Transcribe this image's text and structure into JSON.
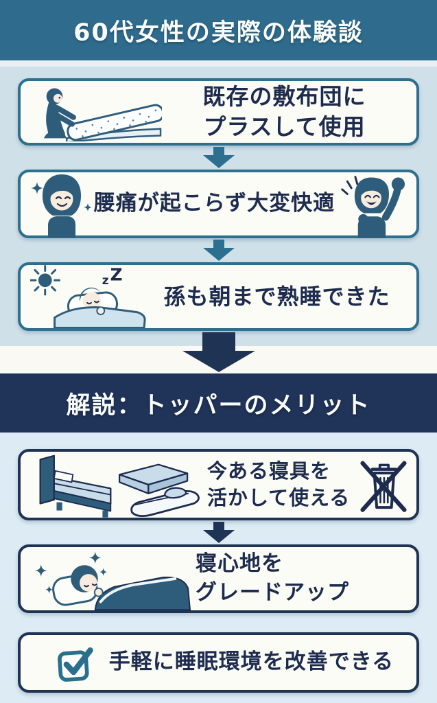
{
  "colors": {
    "banner_teal": "#2e6b8c",
    "banner_navy": "#203358",
    "section1_bg": "#cfe0e8",
    "section2_bg": "#dcebf4",
    "card_bg": "#fcfcf6",
    "card_border_teal": "#2d6f8f",
    "card_border_navy": "#1f3354",
    "text_ink": "#1d2b4e",
    "icon_dark": "#2e5d7c",
    "icon_light": "#c9dcea",
    "check_teal": "#2b6f8d"
  },
  "banner1": {
    "title": "60代女性の実際の体験談"
  },
  "banner2": {
    "title": "解説：トッパーのメリット"
  },
  "testimonial_cards": [
    {
      "icon_left": "topper-placing-icon",
      "lines": [
        "既存の敷布団に",
        "プラスして使用"
      ]
    },
    {
      "icon_left": "smiling-woman-icon",
      "icon_right": "cheering-woman-icon",
      "lines": [
        "腰痛が起こらず大変快適"
      ]
    },
    {
      "icon_left": "morning-sleep-icon",
      "lines": [
        "孫も朝まで熟睡できた"
      ]
    }
  ],
  "merit_cards": [
    {
      "icon_left": "bedding-set-icon",
      "icon_right": "no-trash-icon",
      "lines": [
        "今ある寝具を",
        "活かして使える"
      ]
    },
    {
      "icon_left": "sleeping-person-sparkle-icon",
      "lines": [
        "寝心地を",
        "グレードアップ"
      ]
    },
    {
      "icon_left": "checkbox-icon",
      "lines": [
        "手軽に睡眠環境を改善できる"
      ]
    }
  ]
}
